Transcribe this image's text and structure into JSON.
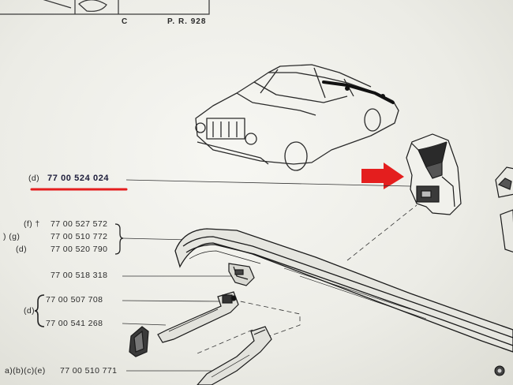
{
  "header": {
    "left": "C",
    "right": "P. R. 928"
  },
  "callouts": {
    "main": {
      "ref": "(d)",
      "part": "77 00 524 024"
    },
    "group1": [
      {
        "ref": "(f) †",
        "part": "77 00 527 572"
      },
      {
        "ref": ") (g)",
        "part": "77 00 510 772"
      },
      {
        "ref": "(d)",
        "part": "77 00 520 790"
      }
    ],
    "single": {
      "part": "77 00 518 318"
    },
    "group2": {
      "ref": "(d)",
      "parts": [
        "77 00 507 708",
        "77 00 541 268"
      ]
    },
    "bottom": {
      "ref": "a)(b)(c)(e)",
      "part": "77 00 510 771"
    }
  },
  "colors": {
    "accent": "#e41e1e",
    "ink": "#2a2a2a",
    "paper": "#f2f2ee"
  }
}
